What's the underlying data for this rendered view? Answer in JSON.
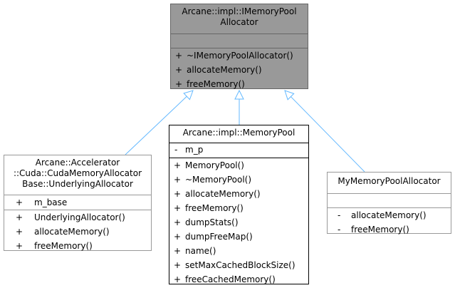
{
  "diagram": {
    "base_class": {
      "title_lines": [
        "Arcane::impl::IMemoryPool",
        "Allocator"
      ],
      "attributes": [],
      "methods": [
        {
          "vis": "+",
          "name": "~IMemoryPoolAllocator()"
        },
        {
          "vis": "+",
          "name": "allocateMemory()"
        },
        {
          "vis": "+",
          "name": "freeMemory()"
        }
      ],
      "fill_color": "#999999"
    },
    "derived_classes": [
      {
        "id": "underlying",
        "title_lines": [
          "Arcane::Accelerator",
          "::Cuda::CudaMemoryAllocator",
          "Base::UnderlyingAllocator"
        ],
        "attributes": [
          {
            "vis": "+",
            "name": "m_base"
          }
        ],
        "methods": [
          {
            "vis": "+",
            "name": "UnderlyingAllocator()"
          },
          {
            "vis": "+",
            "name": "allocateMemory()"
          },
          {
            "vis": "+",
            "name": "freeMemory()"
          }
        ]
      },
      {
        "id": "memorypool",
        "title_lines": [
          "Arcane::impl::MemoryPool"
        ],
        "attributes": [
          {
            "vis": "-",
            "name": "m_p"
          }
        ],
        "methods": [
          {
            "vis": "+",
            "name": "MemoryPool()"
          },
          {
            "vis": "+",
            "name": "~MemoryPool()"
          },
          {
            "vis": "+",
            "name": "allocateMemory()"
          },
          {
            "vis": "+",
            "name": "freeMemory()"
          },
          {
            "vis": "+",
            "name": "dumpStats()"
          },
          {
            "vis": "+",
            "name": "dumpFreeMap()"
          },
          {
            "vis": "+",
            "name": "name()"
          },
          {
            "vis": "+",
            "name": "setMaxCachedBlockSize()"
          },
          {
            "vis": "+",
            "name": "freeCachedMemory()"
          }
        ]
      },
      {
        "id": "mypool",
        "title_lines": [
          "MyMemoryPoolAllocator"
        ],
        "attributes": [],
        "methods": [
          {
            "vis": "-",
            "name": "allocateMemory()"
          },
          {
            "vis": "-",
            "name": "freeMemory()"
          }
        ]
      }
    ],
    "edge_color": "#63b8ff"
  }
}
